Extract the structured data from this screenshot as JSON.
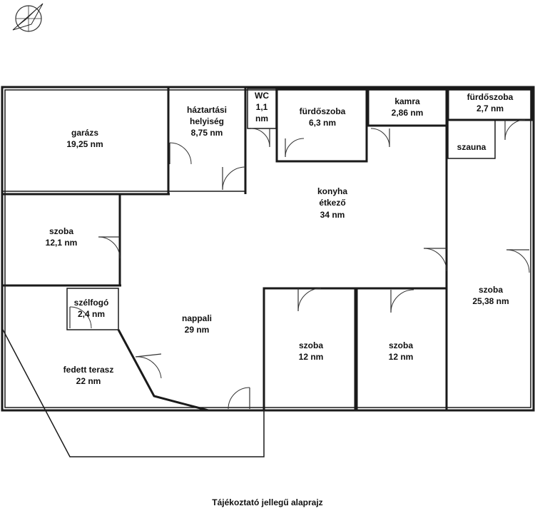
{
  "caption": "Tájékoztató jellegű alaprajz",
  "compass_icon": "north-arrow-icon",
  "rooms": {
    "garazs": {
      "name": "garázs",
      "area": "19,25 nm"
    },
    "haztartasi": {
      "name1": "háztartási",
      "name2": "helyiség",
      "area": "8,75 nm"
    },
    "wc": {
      "name": "WC",
      "area1": "1,1",
      "area2": "nm"
    },
    "furdoszoba1": {
      "name": "fürdőszoba",
      "area": "6,3 nm"
    },
    "kamra": {
      "name": "kamra",
      "area": "2,86 nm"
    },
    "furdoszoba2": {
      "name": "fürdőszoba",
      "area": "2,7 nm"
    },
    "szauna": {
      "name": "szauna"
    },
    "konyha": {
      "name1": "konyha",
      "name2": "étkező",
      "area": "34 nm"
    },
    "szoba_nw": {
      "name": "szoba",
      "area": "12,1 nm"
    },
    "szelfogo": {
      "name": "szélfogó",
      "area": "2,4 nm"
    },
    "nappali": {
      "name": "nappali",
      "area": "29 nm"
    },
    "szoba_mid1": {
      "name": "szoba",
      "area": "12 nm"
    },
    "szoba_mid2": {
      "name": "szoba",
      "area": "12 nm"
    },
    "szoba_east": {
      "name": "szoba",
      "area": "25,38 nm"
    },
    "terasz": {
      "name": "fedett terasz",
      "area": "22 nm"
    }
  }
}
